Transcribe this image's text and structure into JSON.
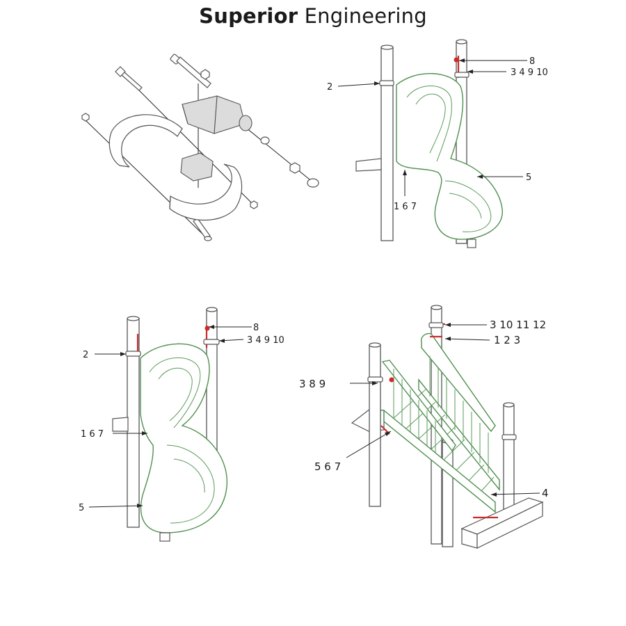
{
  "title": {
    "bold": "Superior",
    "normal": "Engineering"
  },
  "colors": {
    "accent_green": "#4f8f4f",
    "hardware_red": "#cc2b2b",
    "line_gray": "#555555"
  },
  "diagrams": {
    "clamp_exploded": {
      "labels": []
    },
    "slide_top_right": {
      "labels": [
        "2",
        "8",
        "3 4 9 10",
        "5",
        "1 6 7"
      ]
    },
    "slide_bottom_left": {
      "labels": [
        "2",
        "8",
        "3 4 9 10",
        "1 6 7",
        "5"
      ]
    },
    "stairs_bottom_right": {
      "labels": [
        "3 10 11 12",
        "1 2 3",
        "3 8 9",
        "5 6 7",
        "4"
      ]
    }
  }
}
